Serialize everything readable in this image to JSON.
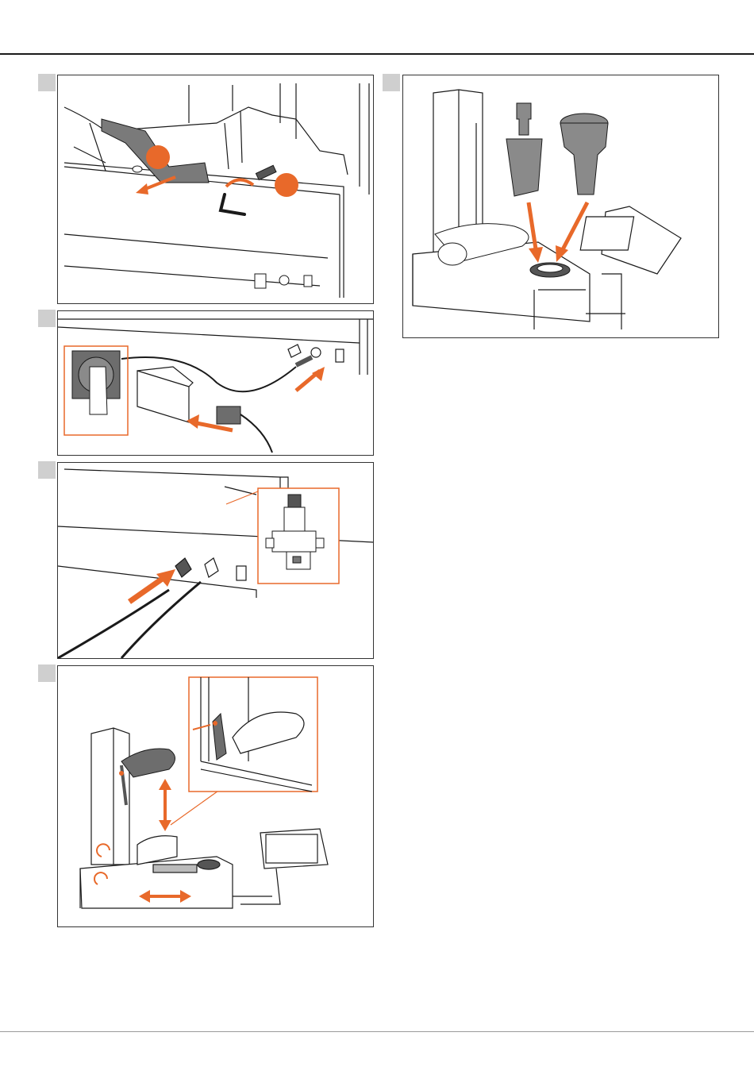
{
  "page": {
    "colors": {
      "accent": "#e8692a",
      "line": "#1a1a1a",
      "tab": "#cfcfcf",
      "machine_gray": "#7a7a7a"
    }
  },
  "figures": [
    {
      "id": "fig-1",
      "icon": "remove-transport-bracket"
    },
    {
      "id": "fig-2",
      "icon": "connect-power-supply"
    },
    {
      "id": "fig-3",
      "icon": "connect-air-supply"
    },
    {
      "id": "fig-4",
      "icon": "release-slide-and-spindle"
    },
    {
      "id": "fig-5",
      "icon": "insert-adapter"
    }
  ]
}
